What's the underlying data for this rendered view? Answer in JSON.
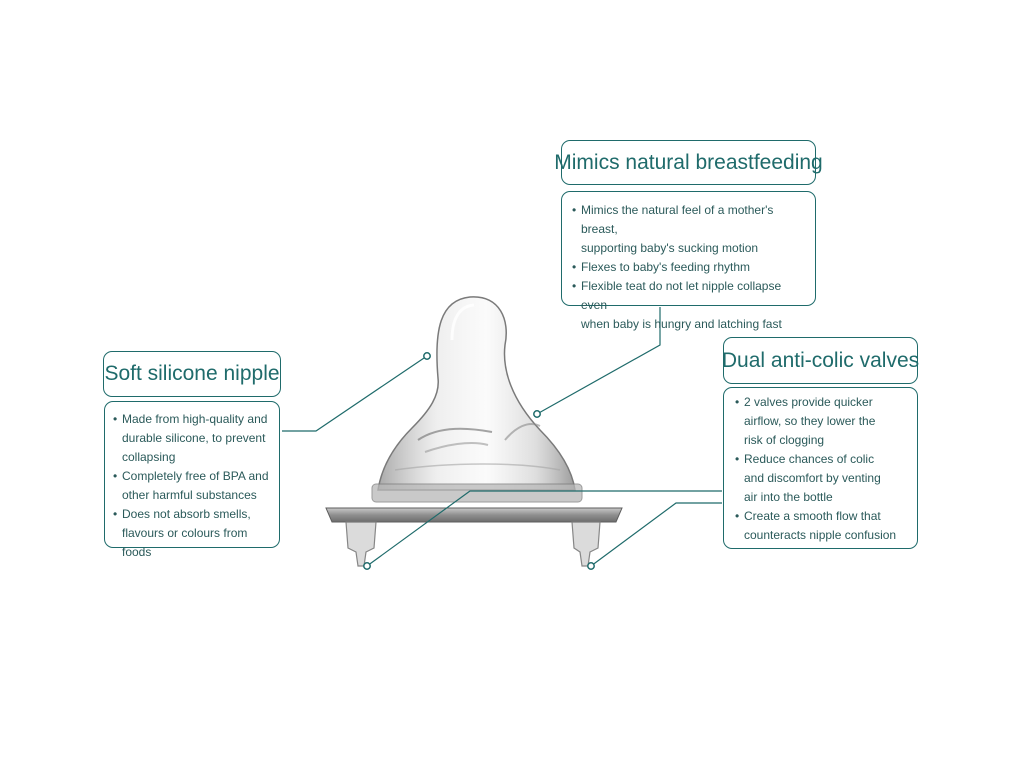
{
  "callouts": {
    "breastfeeding": {
      "title": "Mimics natural breastfeeding",
      "bullets": [
        "Mimics the natural feel of a mother's breast,\nsupporting baby's sucking motion",
        "Flexes to baby's feeding rhythm",
        "Flexible teat do not let nipple collapse even\nwhen baby is hungry and latching fast"
      ]
    },
    "silicone": {
      "title": "Soft silicone nipple",
      "bullets": [
        "Made from high-quality and\ndurable silicone, to prevent\ncollapsing",
        "Completely free of BPA and\nother harmful substances",
        "Does not absorb smells,\nflavours or colours from foods"
      ]
    },
    "valves": {
      "title": "Dual anti-colic valves",
      "bullets": [
        "2 valves provide quicker\nairflow, so they lower the\nrisk of clogging",
        "Reduce chances of colic\nand discomfort by venting\nair into the bottle",
        "Create a smooth flow that\ncounteracts nipple confusion"
      ]
    }
  },
  "colors": {
    "accent": "#1f6b6b",
    "text": "#2b5a5a",
    "background": "#ffffff"
  }
}
